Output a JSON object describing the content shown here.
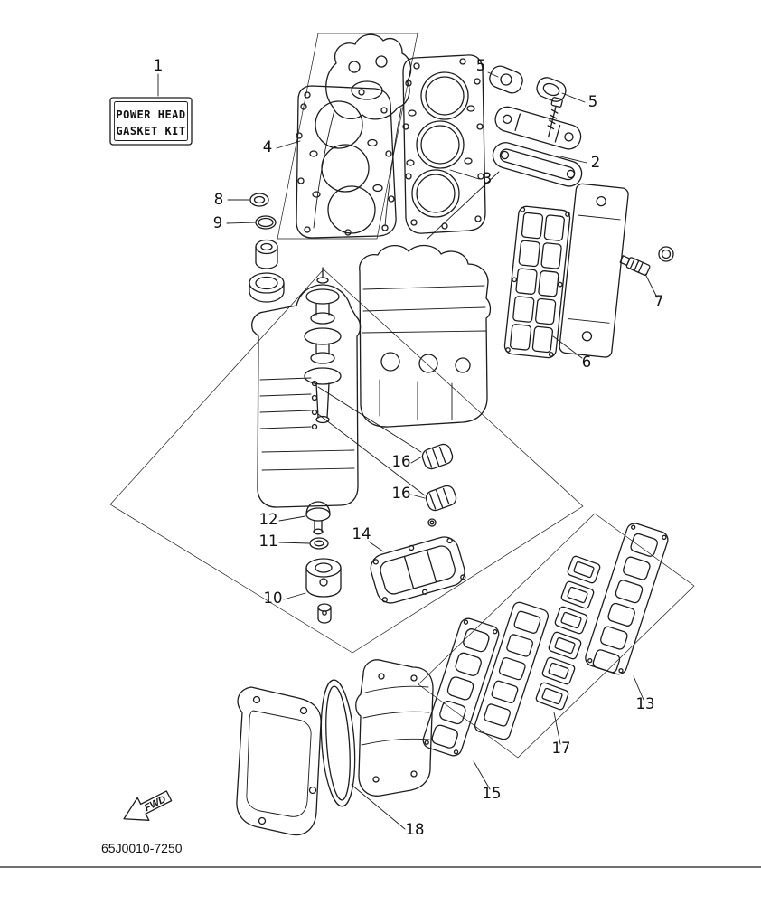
{
  "page": {
    "background_color": "#ffffff",
    "line_color": "#1c1c1c"
  },
  "kit_label": {
    "line1": "POWER HEAD",
    "line2": "GASKET KIT"
  },
  "callouts": {
    "c1": "1",
    "c2": "2",
    "c3": "3",
    "c4": "4",
    "c5a": "5",
    "c5b": "5",
    "c6": "6",
    "c7": "7",
    "c8": "8",
    "c9": "9",
    "c10": "10",
    "c11": "11",
    "c12": "12",
    "c13": "13",
    "c14": "14",
    "c15": "15",
    "c16a": "16",
    "c16b": "16",
    "c17": "17",
    "c18": "18"
  },
  "fwd_arrow": {
    "label": "FWD"
  },
  "footer": {
    "drawing_number": "65J0010-7250"
  }
}
